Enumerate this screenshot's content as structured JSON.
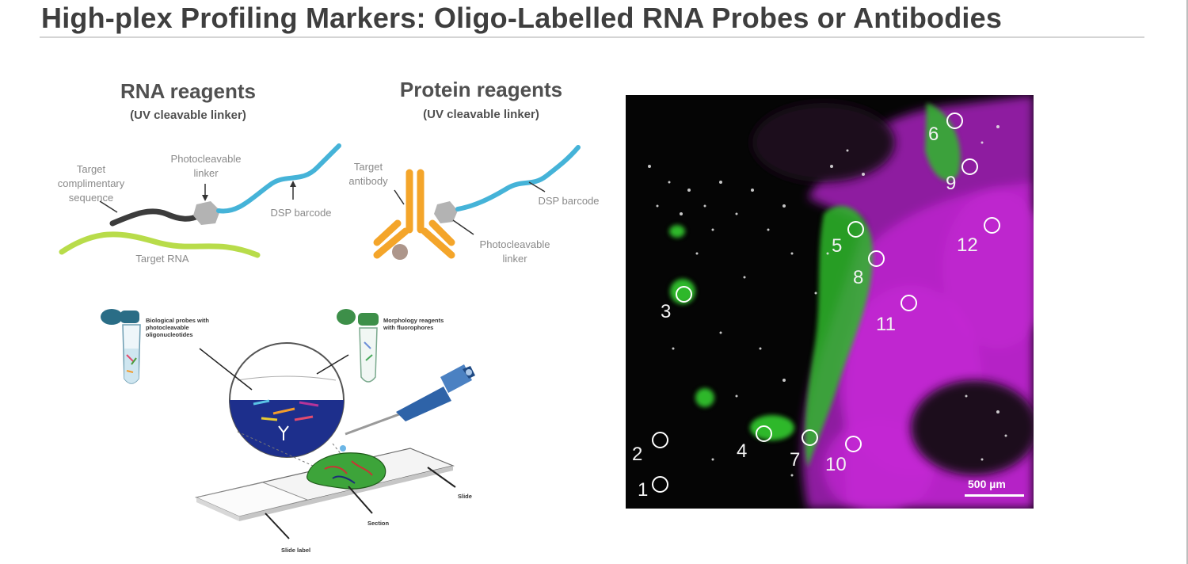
{
  "slide": {
    "title": "High-plex Profiling Markers: Oligo-Labelled RNA Probes or Antibodies"
  },
  "rna_panel": {
    "title": "RNA reagents",
    "subtitle": "(UV cleavable linker)",
    "labels": {
      "target_seq": [
        "Target",
        "complimentary",
        "sequence"
      ],
      "photolinker": [
        "Photocleavable",
        "linker"
      ],
      "barcode": "DSP barcode",
      "target_rna": "Target RNA"
    }
  },
  "protein_panel": {
    "title": "Protein reagents",
    "subtitle": "(UV cleavable linker)",
    "labels": {
      "antibody": [
        "Target",
        "antibody"
      ],
      "barcode": "DSP barcode",
      "photolinker": [
        "Photocleavable",
        "linker"
      ]
    }
  },
  "workflow": {
    "probes_label": [
      "Biological probes with",
      "photocleavable",
      "oligonucleotides"
    ],
    "morphology_label": [
      "Morphology reagents",
      "with fluorophores"
    ],
    "slide_label": "Slide",
    "section_label": "Section",
    "slide_label_label": "Slide label"
  },
  "microscopy": {
    "roi_numbers": [
      "1",
      "2",
      "3",
      "4",
      "5",
      "6",
      "7",
      "8",
      "9",
      "10",
      "11",
      "12"
    ],
    "scale_bar": "500 µm"
  },
  "colors": {
    "barcode_blue": "#45b3d8",
    "rna_green": "#b8dc4a",
    "antibody_orange": "#f4a52a",
    "linker_gray": "#a8a8a8",
    "magenta": "#b21cc4",
    "fluor_green": "#2fb82a"
  }
}
